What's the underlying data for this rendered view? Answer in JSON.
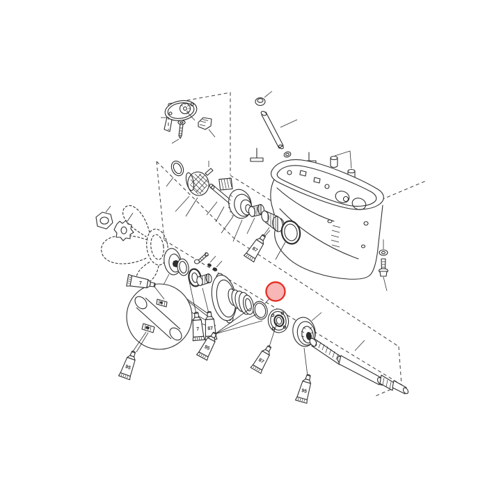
{
  "diagram": {
    "subject_icon": "outboard-gearcase-exploded-view-diagram",
    "background_color": "#ffffff",
    "line_color": "#2e2e2e",
    "highlight": {
      "shape": "circle",
      "fill": "#ef5350",
      "stroke": "#e53228",
      "marked_part_icon": "o-ring"
    },
    "tubes": [
      {
        "id": "tube-1",
        "label": "7"
      },
      {
        "id": "tube-2",
        "label": "7"
      },
      {
        "id": "tube-3",
        "label": "87"
      },
      {
        "id": "tube-4",
        "label": "95"
      },
      {
        "id": "tube-5",
        "label": "87"
      },
      {
        "id": "tube-6",
        "label": "95"
      },
      {
        "id": "tube-7",
        "label": "95"
      },
      {
        "id": "tube-8",
        "label": "87"
      }
    ],
    "part_icons": [
      "water-pump-base-plate",
      "pump-screw",
      "impeller-gasket-block",
      "water-tube-cap",
      "water-tube",
      "tube-grommet",
      "drive-key",
      "shift-key",
      "dowel-pins",
      "gearcase-housing",
      "driveshaft-o-ring",
      "pinion-gear",
      "pinion-pin",
      "pinion-spring",
      "shift-rod",
      "forward-gear",
      "roller-bushing",
      "tapered-roller-bearing",
      "large-seal-ring",
      "propeller",
      "prop-nut",
      "tab-washer",
      "thrust-hub",
      "thrust-washer",
      "seal",
      "carrier-bolt",
      "anode-plugs",
      "spacer-sleeve",
      "bearing-carrier",
      "o-ring",
      "ball-bearing",
      "reverse-gear-carrier",
      "propeller-shaft",
      "flat-washer",
      "hex-bolt",
      "detail-callout-circle"
    ]
  }
}
